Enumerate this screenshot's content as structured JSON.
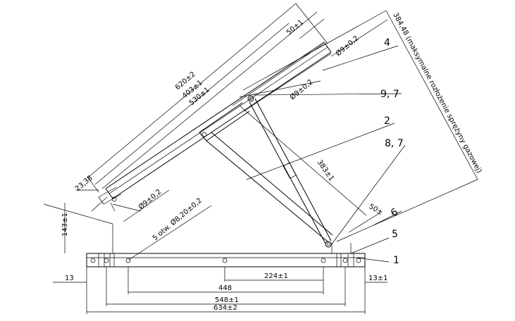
{
  "callouts": {
    "c1": "1",
    "c2": "2",
    "c4": "4",
    "c5": "5",
    "c6": "6",
    "c97": "9, 7",
    "c87": "8, 7"
  },
  "dims": {
    "d620": "620±2",
    "d403": "403±1",
    "d530": "530±1",
    "d50top": "50±1",
    "d9a": "Ø9±0,2",
    "d9b": "Ø9±0,2",
    "d9c": "Ø9±0,2",
    "d23": "23,38",
    "d143": "143±1",
    "holes": "5 otw. Ø8,20±0,2",
    "d383": "383±1",
    "d50bot": "50±",
    "d384": "384,48 (maksymalne rozłożenie sprężyny gazowej)",
    "d13l": "13",
    "d13r": "13±1",
    "d224": "224±1",
    "d448": "448",
    "d548": "548±1",
    "d634": "634±2"
  }
}
